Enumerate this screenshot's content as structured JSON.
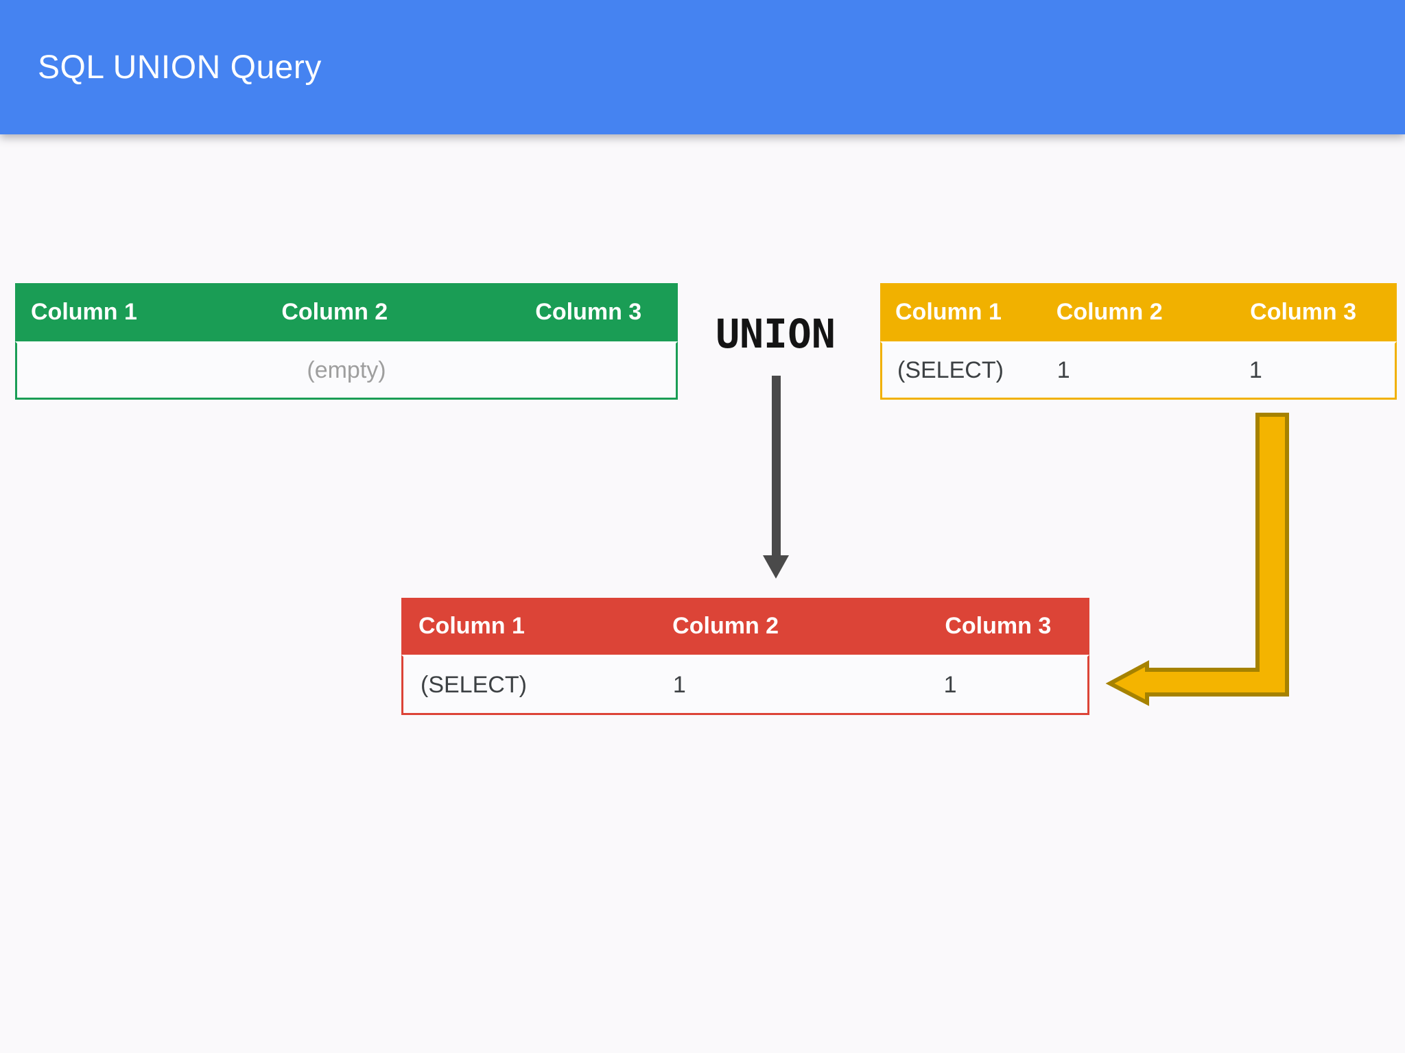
{
  "header": {
    "title": "SQL UNION Query",
    "background": "#4583F1",
    "text_color": "#FFFFFF"
  },
  "union_label": "UNION",
  "tables": {
    "left": {
      "columns": [
        "Column 1",
        "Column 2",
        "Column 3"
      ],
      "empty_label": "(empty)",
      "accent_color": "#1A9D55"
    },
    "right": {
      "columns": [
        "Column 1",
        "Column 2",
        "Column 3"
      ],
      "row": [
        "(SELECT)",
        "1",
        "1"
      ],
      "accent_color": "#F1B100"
    },
    "result": {
      "columns": [
        "Column 1",
        "Column 2",
        "Column 3"
      ],
      "row": [
        "(SELECT)",
        "1",
        "1"
      ],
      "accent_color": "#DC4437"
    }
  },
  "colors": {
    "page_background": "#FAF9FB",
    "table_body_background": "#FBFBFD",
    "body_text": "#3C4043",
    "empty_text": "#9E9E9E",
    "header_cell_text": "#FFFFFF",
    "down_arrow": "#4A4A4A",
    "gold_arrow_fill": "#F4B400",
    "gold_arrow_stroke": "#A68200",
    "union_text": "#141414"
  }
}
